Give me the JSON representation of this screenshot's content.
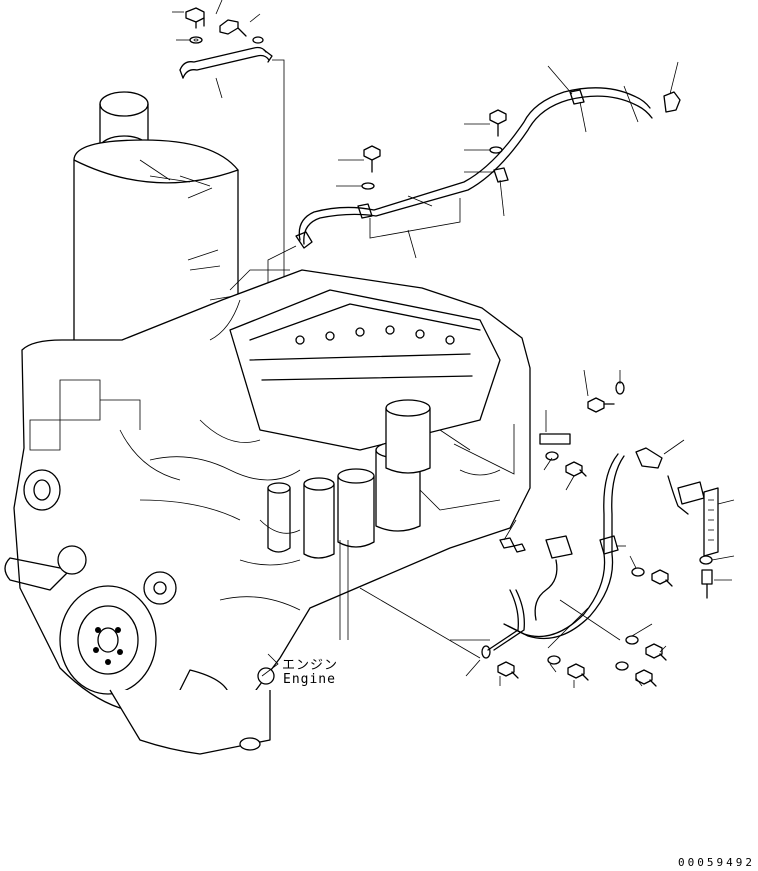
{
  "labels": {
    "component_jp": "エンジン",
    "component_en": "Engine"
  },
  "drawing_number": "00059492"
}
